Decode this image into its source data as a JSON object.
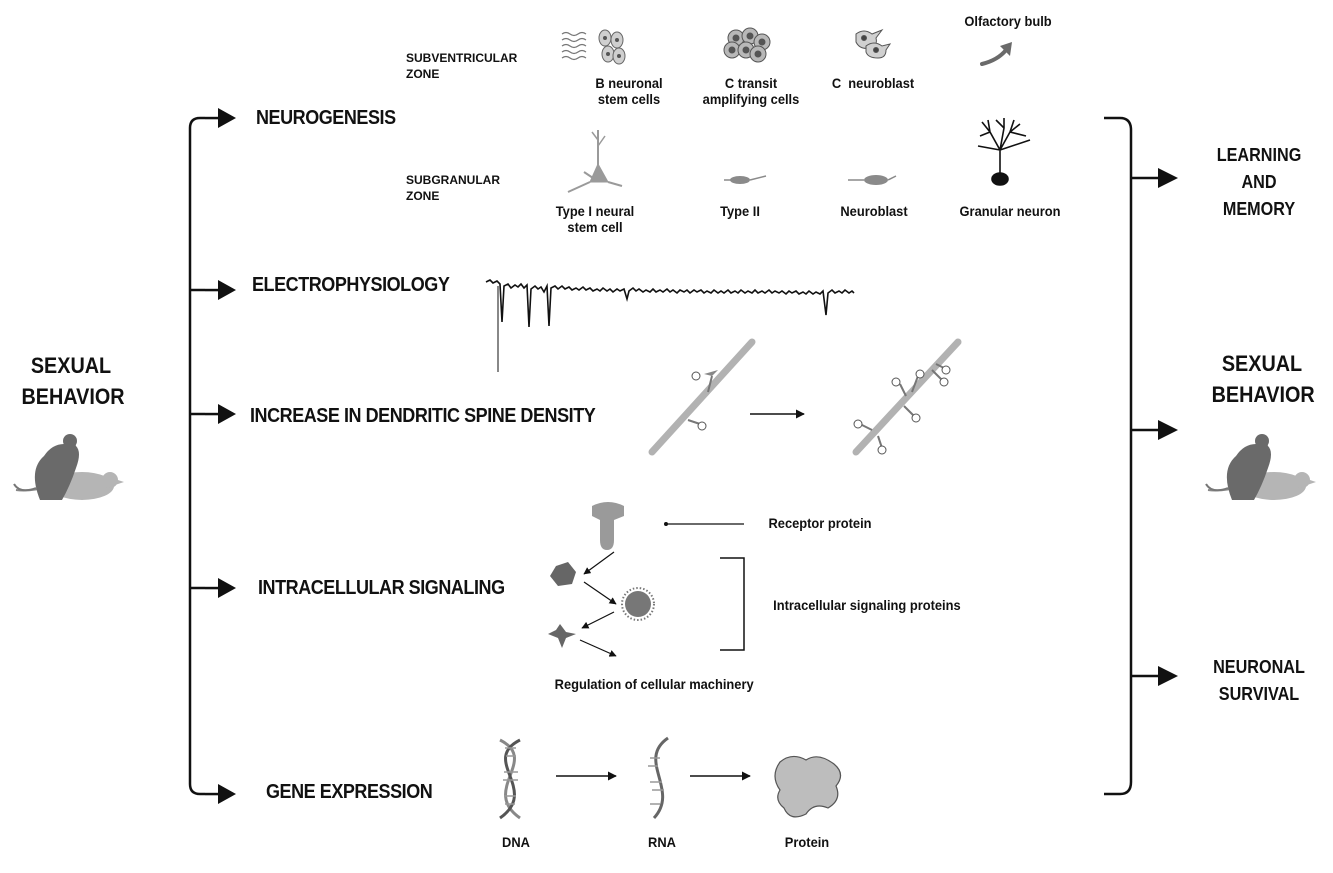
{
  "left": {
    "title_line1": "SEXUAL",
    "title_line2": "BEHAVIOR"
  },
  "branches": {
    "neurogenesis": "NEUROGENESIS",
    "electrophysiology": "ELECTROPHYSIOLOGY",
    "spine_density": "INCREASE IN DENDRITIC SPINE DENSITY",
    "intracellular": "INTRACELLULAR SIGNALING",
    "gene_expression": "GENE EXPRESSION"
  },
  "neurogenesis": {
    "svz_line1": "SUBVENTRICULAR",
    "svz_line2": "ZONE",
    "sgz_line1": "SUBGRANULAR",
    "sgz_line2": "ZONE",
    "b_cells_line1": "B neuronal",
    "b_cells_line2": "stem cells",
    "c_transit_line1": "C transit",
    "c_transit_line2": "amplifying cells",
    "c_neuroblast": "C  neuroblast",
    "olfactory_bulb": "Olfactory bulb",
    "type1_line1": "Type I neural",
    "type1_line2": "stem cell",
    "type2": "Type II",
    "neuroblast": "Neuroblast",
    "granular_neuron": "Granular neuron"
  },
  "signaling": {
    "receptor": "Receptor protein",
    "intracellular_proteins": "Intracellular signaling proteins",
    "regulation": "Regulation of cellular machinery"
  },
  "gene": {
    "dna": "DNA",
    "rna": "RNA",
    "protein": "Protein"
  },
  "right": {
    "learning_line1": "LEARNING",
    "learning_line2": "AND",
    "learning_line3": "MEMORY",
    "sexual_line1": "SEXUAL",
    "sexual_line2": "BEHAVIOR",
    "survival_line1": "NEURONAL",
    "survival_line2": "SURVIVAL"
  },
  "colors": {
    "ink": "#111111",
    "gray_dark": "#6e6e6e",
    "gray_mid": "#9a9a9a",
    "gray_light": "#c4c4c4"
  }
}
